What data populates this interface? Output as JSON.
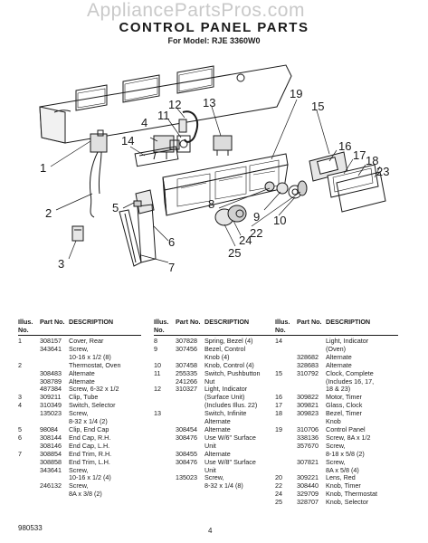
{
  "watermark": "AppliancePartsPros.com",
  "title": "CONTROL PANEL PARTS",
  "subtitle": "For Model: RJE 3360W0",
  "callouts": {
    "n1": "1",
    "n2": "2",
    "n3": "3",
    "n4": "4",
    "n5": "5",
    "n6": "6",
    "n7": "7",
    "n8": "8",
    "n9": "9",
    "n10": "10",
    "n11": "11",
    "n12": "12",
    "n13": "13",
    "n14": "14",
    "n15": "15",
    "n16": "16",
    "n17": "17",
    "n18": "18",
    "n19": "19",
    "n22": "22",
    "n23": "23",
    "n24": "24",
    "n25": "25"
  },
  "table": {
    "headers": {
      "illus": "Illus. No.",
      "part": "Part No.",
      "desc": "DESCRIPTION"
    },
    "col1": [
      [
        "1",
        "308157",
        "Cover, Rear"
      ],
      [
        "",
        "343641",
        "Screw,"
      ],
      [
        "",
        "",
        "10-16 x 1/2 (8)"
      ],
      [
        "2",
        "",
        "Thermostat, Oven"
      ],
      [
        "",
        "308483",
        "Alternate"
      ],
      [
        "",
        "308789",
        "Alternate"
      ],
      [
        "",
        "487384",
        "Screw, 6-32 x 1/2"
      ],
      [
        "3",
        "309211",
        "Clip, Tube"
      ],
      [
        "4",
        "310349",
        "Switch, Selector"
      ],
      [
        "",
        "135023",
        "Screw,"
      ],
      [
        "",
        "",
        "8-32 x 1/4 (2)"
      ],
      [
        "5",
        "98084",
        "Clip, End Cap"
      ],
      [
        "6",
        "308144",
        "End Cap, R.H."
      ],
      [
        "",
        "308146",
        "End Cap, L.H."
      ],
      [
        "7",
        "308854",
        "End Trim, R.H."
      ],
      [
        "",
        "308858",
        "End Trim, L.H."
      ],
      [
        "",
        "343641",
        "Screw,"
      ],
      [
        "",
        "",
        "10-16 x 1/2 (4)"
      ],
      [
        "",
        "246132",
        "Screw,"
      ],
      [
        "",
        "",
        "8A x 3/8 (2)"
      ]
    ],
    "col2": [
      [
        "8",
        "307828",
        "Spring, Bezel (4)"
      ],
      [
        "9",
        "307456",
        "Bezel, Control"
      ],
      [
        "",
        "",
        "Knob (4)"
      ],
      [
        "10",
        "307458",
        "Knob, Control (4)"
      ],
      [
        "11",
        "255335",
        "Switch, Pushbutton"
      ],
      [
        "",
        "241266",
        "Nut"
      ],
      [
        "12",
        "310327",
        "Light, Indicator"
      ],
      [
        "",
        "",
        "(Surface Unit)"
      ],
      [
        "",
        "",
        "(Includes Illus. 22)"
      ],
      [
        "13",
        "",
        "Switch, Infinite"
      ],
      [
        "",
        "",
        "Alternate"
      ],
      [
        "",
        "308454",
        "Alternate"
      ],
      [
        "",
        "308476",
        "Use W/6\" Surface"
      ],
      [
        "",
        "",
        "Unit"
      ],
      [
        "",
        "308455",
        "Alternate"
      ],
      [
        "",
        "308476",
        "Use W/8\" Surface"
      ],
      [
        "",
        "",
        "Unit"
      ],
      [
        "",
        "135023",
        "Screw,"
      ],
      [
        "",
        "",
        "8-32 x 1/4 (8)"
      ]
    ],
    "col3": [
      [
        "14",
        "",
        "Light, Indicator"
      ],
      [
        "",
        "",
        "(Oven)"
      ],
      [
        "",
        "328682",
        "Alternate"
      ],
      [
        "",
        "328683",
        "Alternate"
      ],
      [
        "15",
        "310792",
        "Clock, Complete"
      ],
      [
        "",
        "",
        "(Includes 16, 17,"
      ],
      [
        "",
        "",
        "18 & 23)"
      ],
      [
        "16",
        "309822",
        "Motor, Timer"
      ],
      [
        "17",
        "309821",
        "Glass, Clock"
      ],
      [
        "18",
        "309823",
        "Bezel, Timer"
      ],
      [
        "",
        "",
        "Knob"
      ],
      [
        "19",
        "310706",
        "Control Panel"
      ],
      [
        "",
        "338136",
        "Screw, 8A x 1/2"
      ],
      [
        "",
        "357670",
        "Screw,"
      ],
      [
        "",
        "",
        "8-18 x 5/8 (2)"
      ],
      [
        "",
        "307821",
        "Screw,"
      ],
      [
        "",
        "",
        "8A x 5/8 (4)"
      ],
      [
        "20",
        "309221",
        "Lens, Red"
      ],
      [
        "22",
        "308440",
        "Knob, Timer"
      ],
      [
        "24",
        "329709",
        "Knob, Thermostat"
      ],
      [
        "25",
        "328707",
        "Knob, Selector"
      ]
    ]
  },
  "footer": {
    "code": "980533",
    "page": "4"
  }
}
